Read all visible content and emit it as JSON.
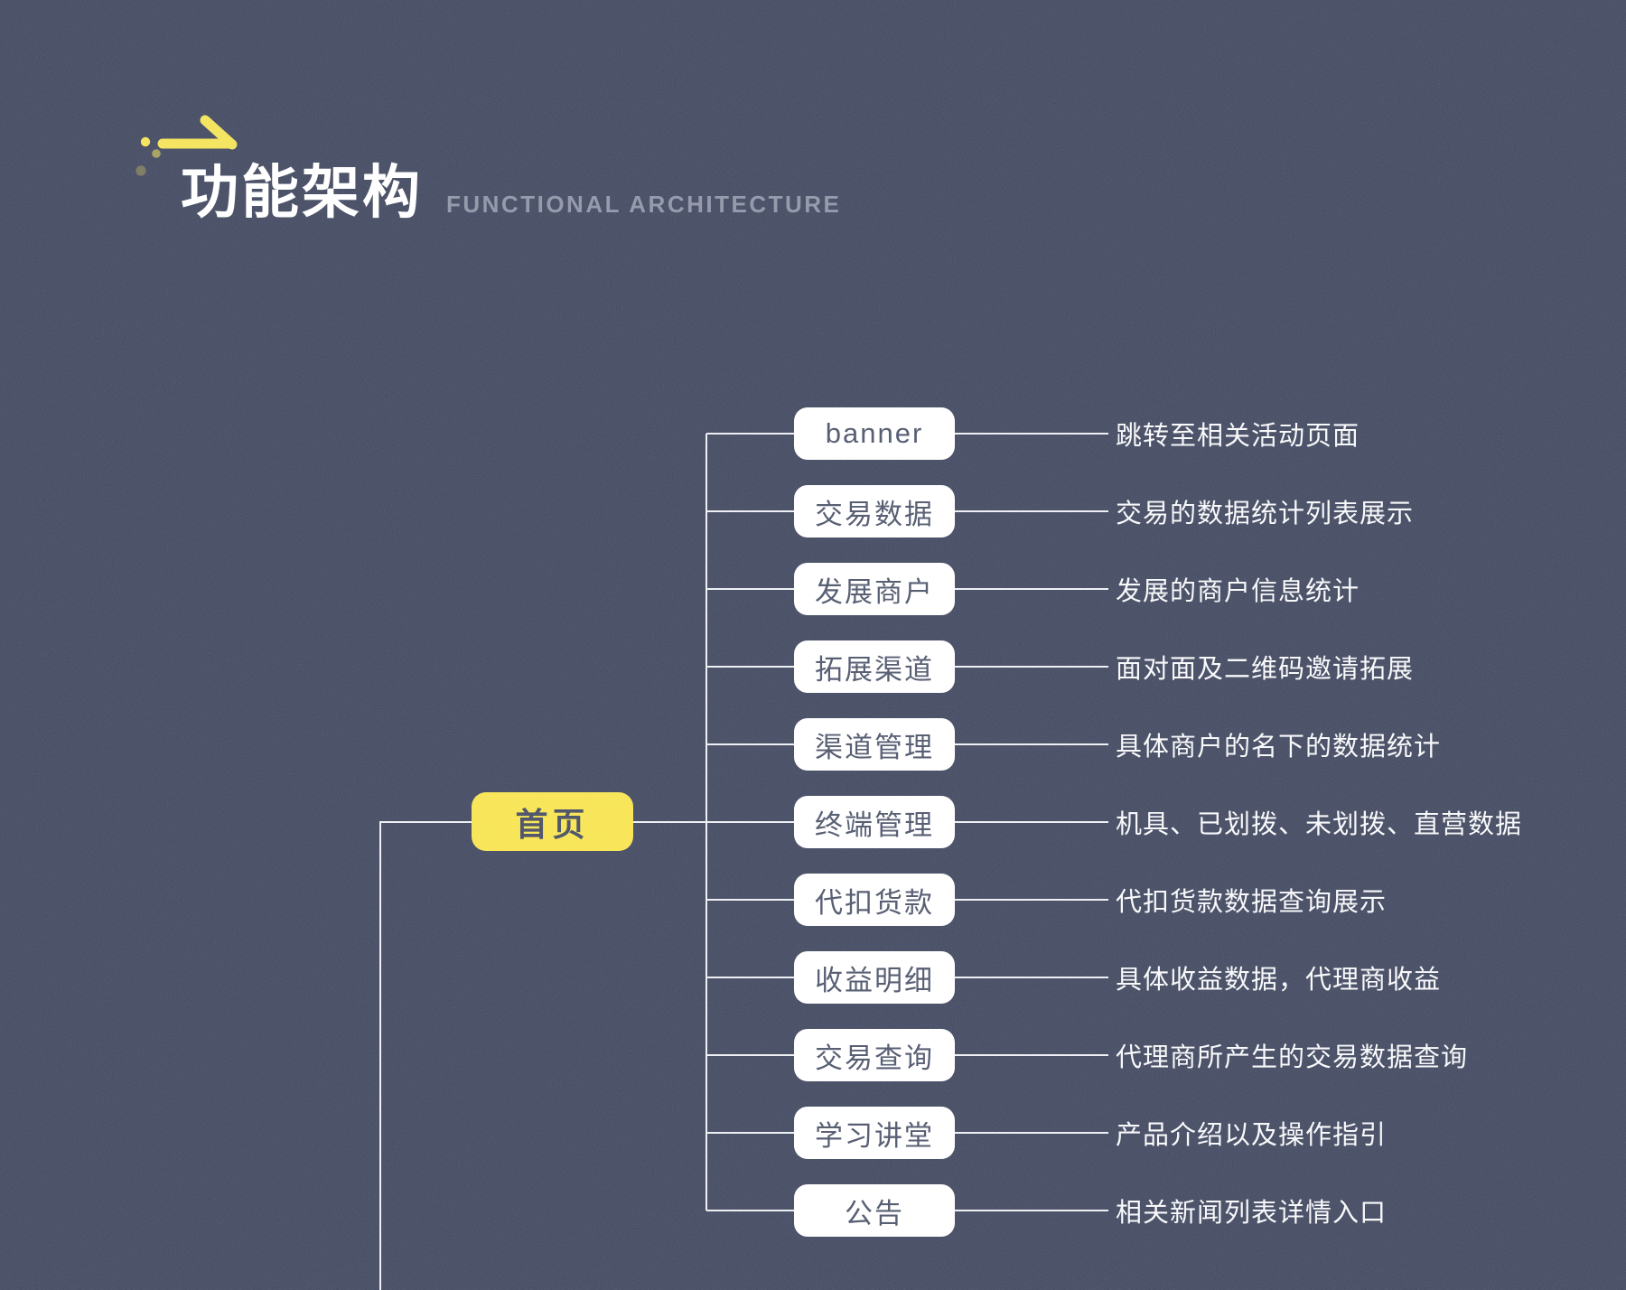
{
  "header": {
    "title": "功能架构",
    "subtitle": "FUNCTIONAL ARCHITECTURE"
  },
  "icons": {
    "header_arrow": "arrow-right-icon",
    "header_dots": "trail-dots-icon"
  },
  "colors": {
    "background": "#353c55",
    "accent_yellow": "#f7e244",
    "node_background": "#ffffff",
    "node_text": "#424a61",
    "root_text": "#3a4158",
    "connector_line": "#eceef3",
    "description_text": "#f7f8fa",
    "subtitle_text": "#878da1",
    "title_text": "#ffffff"
  },
  "root": {
    "label": "首页"
  },
  "branches": [
    {
      "label": "banner",
      "description": "跳转至相关活动页面"
    },
    {
      "label": "交易数据",
      "description": "交易的数据统计列表展示"
    },
    {
      "label": "发展商户",
      "description": "发展的商户信息统计"
    },
    {
      "label": "拓展渠道",
      "description": "面对面及二维码邀请拓展"
    },
    {
      "label": "渠道管理",
      "description": "具体商户的名下的数据统计"
    },
    {
      "label": "终端管理",
      "description": "机具、已划拨、未划拨、直营数据"
    },
    {
      "label": "代扣货款",
      "description": "代扣货款数据查询展示"
    },
    {
      "label": "收益明细",
      "description": "具体收益数据，代理商收益"
    },
    {
      "label": "交易查询",
      "description": "代理商所产生的交易数据查询"
    },
    {
      "label": "学习讲堂",
      "description": "产品介绍以及操作指引"
    },
    {
      "label": "公告",
      "description": "相关新闻列表详情入口"
    }
  ]
}
